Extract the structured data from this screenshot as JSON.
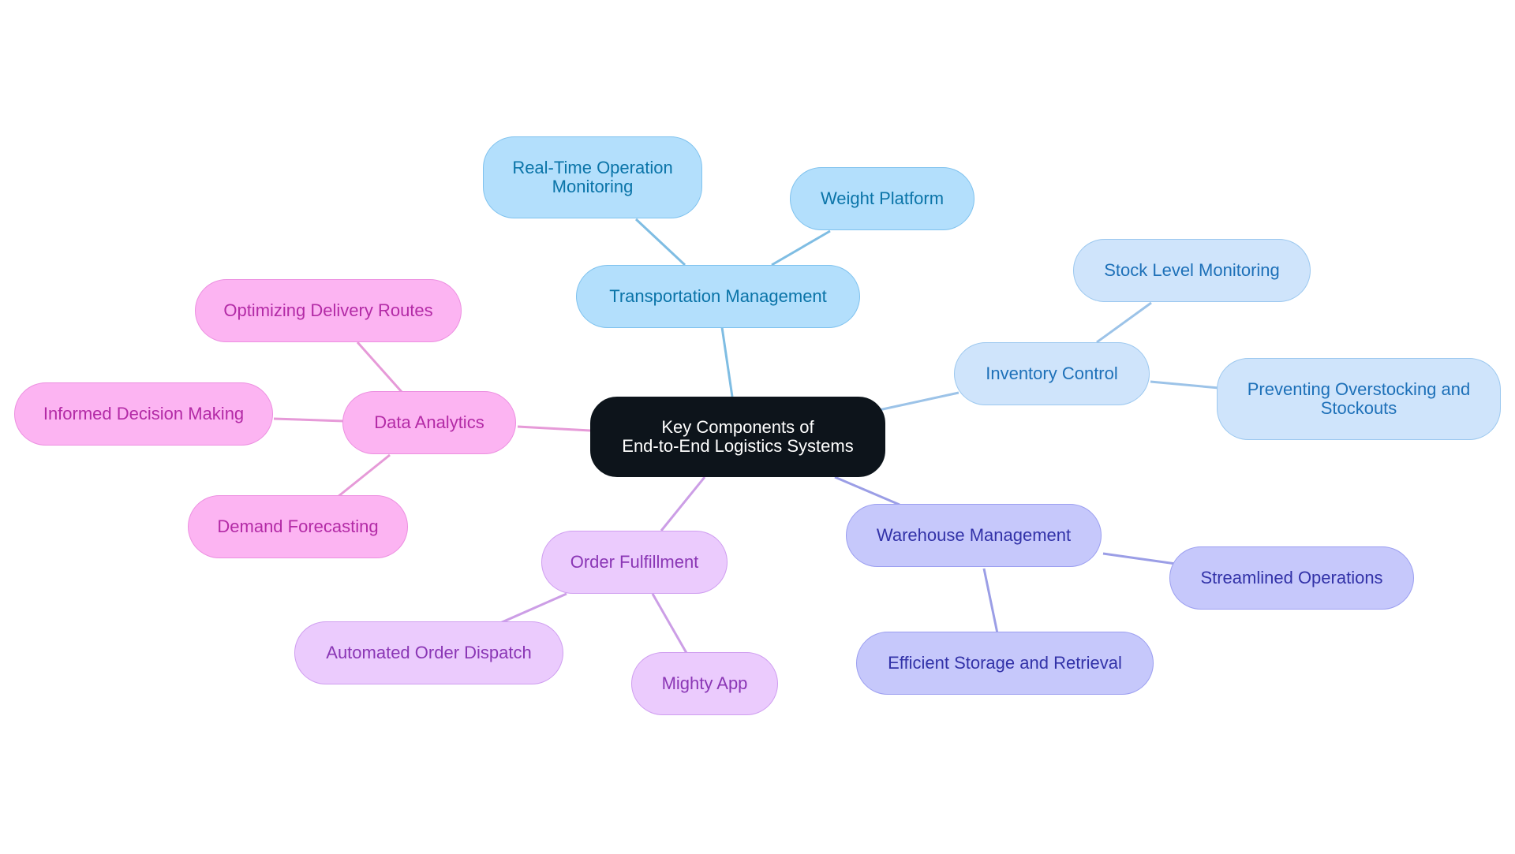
{
  "mindmap": {
    "root": "Key Components of\nEnd-to-End Logistics Systems",
    "branches": {
      "transportation": {
        "label": "Transportation Management",
        "children": [
          "Real-Time Operation\nMonitoring",
          "Weight Platform"
        ]
      },
      "inventory": {
        "label": "Inventory Control",
        "children": [
          "Stock Level Monitoring",
          "Preventing Overstocking and\nStockouts"
        ]
      },
      "warehouse": {
        "label": "Warehouse Management",
        "children": [
          "Streamlined Operations",
          "Efficient Storage and Retrieval"
        ]
      },
      "order": {
        "label": "Order Fulfillment",
        "children": [
          "Automated Order Dispatch",
          "Mighty App"
        ]
      },
      "data": {
        "label": "Data Analytics",
        "children": [
          "Optimizing Delivery Routes",
          "Informed Decision Making",
          "Demand Forecasting"
        ]
      }
    }
  },
  "colors": {
    "root_fill": "#0d141b",
    "transportation_fill": "#b3dffc",
    "transportation_line": "#7fbde3",
    "inventory_fill": "#cfe4fb",
    "inventory_line": "#9cc3e8",
    "warehouse_fill": "#c6c8fb",
    "warehouse_line": "#9b9ee6",
    "order_fill": "#ebcbfd",
    "order_line": "#cc9ee6",
    "data_fill": "#fcb4f2",
    "data_line": "#e69ad8"
  }
}
